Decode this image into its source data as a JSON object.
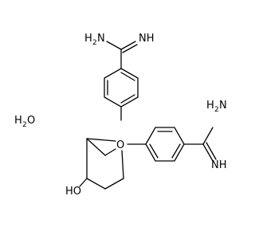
{
  "molecule": {
    "labels": {
      "top_nh2_h": "H",
      "top_nh2_sub": "2",
      "top_nh2_n": "N",
      "top_nh": "NH",
      "right_nh2_h": "H",
      "right_nh2_sub": "2",
      "right_nh2_n": "N",
      "right_nh": "NH",
      "water_h": "H",
      "water_sub": "2",
      "water_o": "O",
      "ring_o": "O",
      "hydroxyl": "HO"
    },
    "colors": {
      "bond": "#000000",
      "label": "#000000",
      "background": "#ffffff"
    }
  }
}
